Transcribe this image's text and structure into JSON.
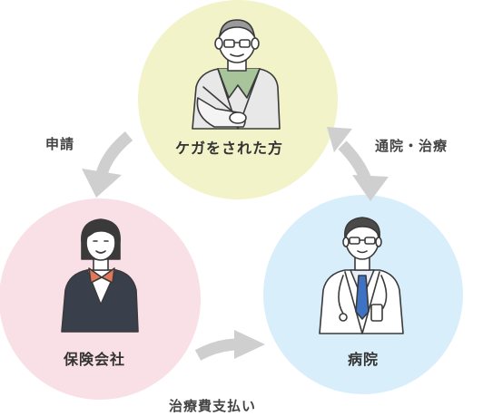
{
  "nodes": {
    "injured": {
      "label": "ケガをされた方",
      "color": "#f2f3c8",
      "icon": "elderly-man-arm-sling-icon"
    },
    "insurer": {
      "label": "保険会社",
      "color": "#f8e0e6",
      "icon": "female-insurance-staff-icon"
    },
    "hospital": {
      "label": "病院",
      "color": "#d9eefb",
      "icon": "doctor-icon"
    }
  },
  "edges": {
    "application": {
      "label": "申請"
    },
    "visit": {
      "label": "通院・治療"
    },
    "payment": {
      "label": "治療費支払い"
    }
  },
  "colors": {
    "arrow": "#cfcfcf",
    "outline": "#3a3a3a"
  }
}
